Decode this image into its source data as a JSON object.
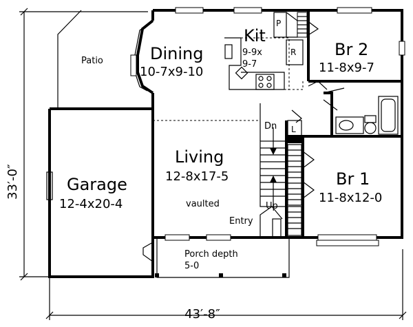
{
  "dimensions": {
    "depth": "33′-0″",
    "width": "43′-8″"
  },
  "rooms": {
    "patio": {
      "name": "Patio"
    },
    "dining": {
      "name": "Dining",
      "size": "10-7x9-10"
    },
    "kitchen": {
      "name": "Kit",
      "size_line1": "9-9x",
      "size_line2": "9-7"
    },
    "pantry": {
      "label": "P"
    },
    "refrigerator": {
      "label": "R"
    },
    "bedroom2": {
      "name": "Br 2",
      "size": "11-8x9-7"
    },
    "garage": {
      "name": "Garage",
      "size": "12-4x20-4"
    },
    "living": {
      "name": "Living",
      "size": "12-8x17-5",
      "note": "vaulted"
    },
    "stairs": {
      "down": "Dn",
      "up": "Up"
    },
    "linen": {
      "label": "L"
    },
    "bedroom1": {
      "name": "Br 1",
      "size": "11-8x12-0"
    },
    "entry": {
      "name": "Entry"
    },
    "porch": {
      "line1": "Porch depth",
      "line2": "5-0"
    }
  }
}
